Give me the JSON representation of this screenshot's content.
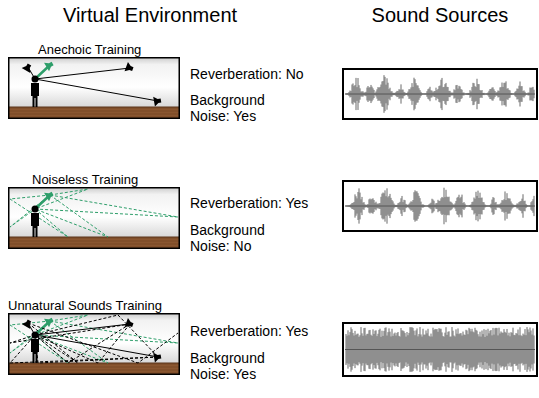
{
  "diagram": {
    "nodes": [
      {
        "text": [
          "Anechoic Training"
        ]
      },
      {
        "text": [
          "Noiseless Training"
        ]
      },
      {
        "text": [
          "Unnatural Sounds Training"
        ]
      }
    ],
    "labels": [
      "Virtual Environment",
      "Sound Sources",
      "Reverberation: No",
      "Background Noise: Yes",
      "Reverberation: Yes",
      "Background Noise: No",
      "Reverberation: Yes",
      "Background Noise: Yes"
    ]
  }
}
